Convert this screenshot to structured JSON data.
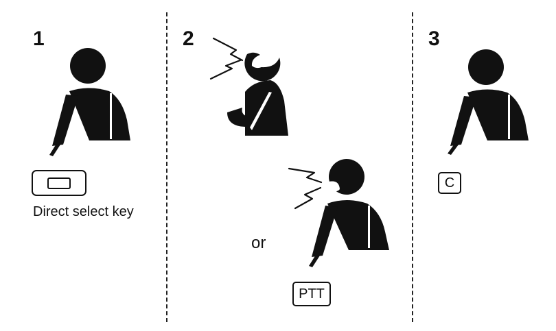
{
  "steps": [
    {
      "number": "1",
      "key_label": "",
      "caption": "Direct select key"
    },
    {
      "number": "2",
      "alternative": "or",
      "key_label": "PTT"
    },
    {
      "number": "3",
      "key_label": "C"
    }
  ],
  "icons": [
    "user-pressing-key-icon",
    "user-speaking-icon",
    "user-speaking-pressing-key-icon",
    "speech-waves-icon"
  ],
  "colors": {
    "ink": "#111111",
    "background": "#ffffff"
  }
}
